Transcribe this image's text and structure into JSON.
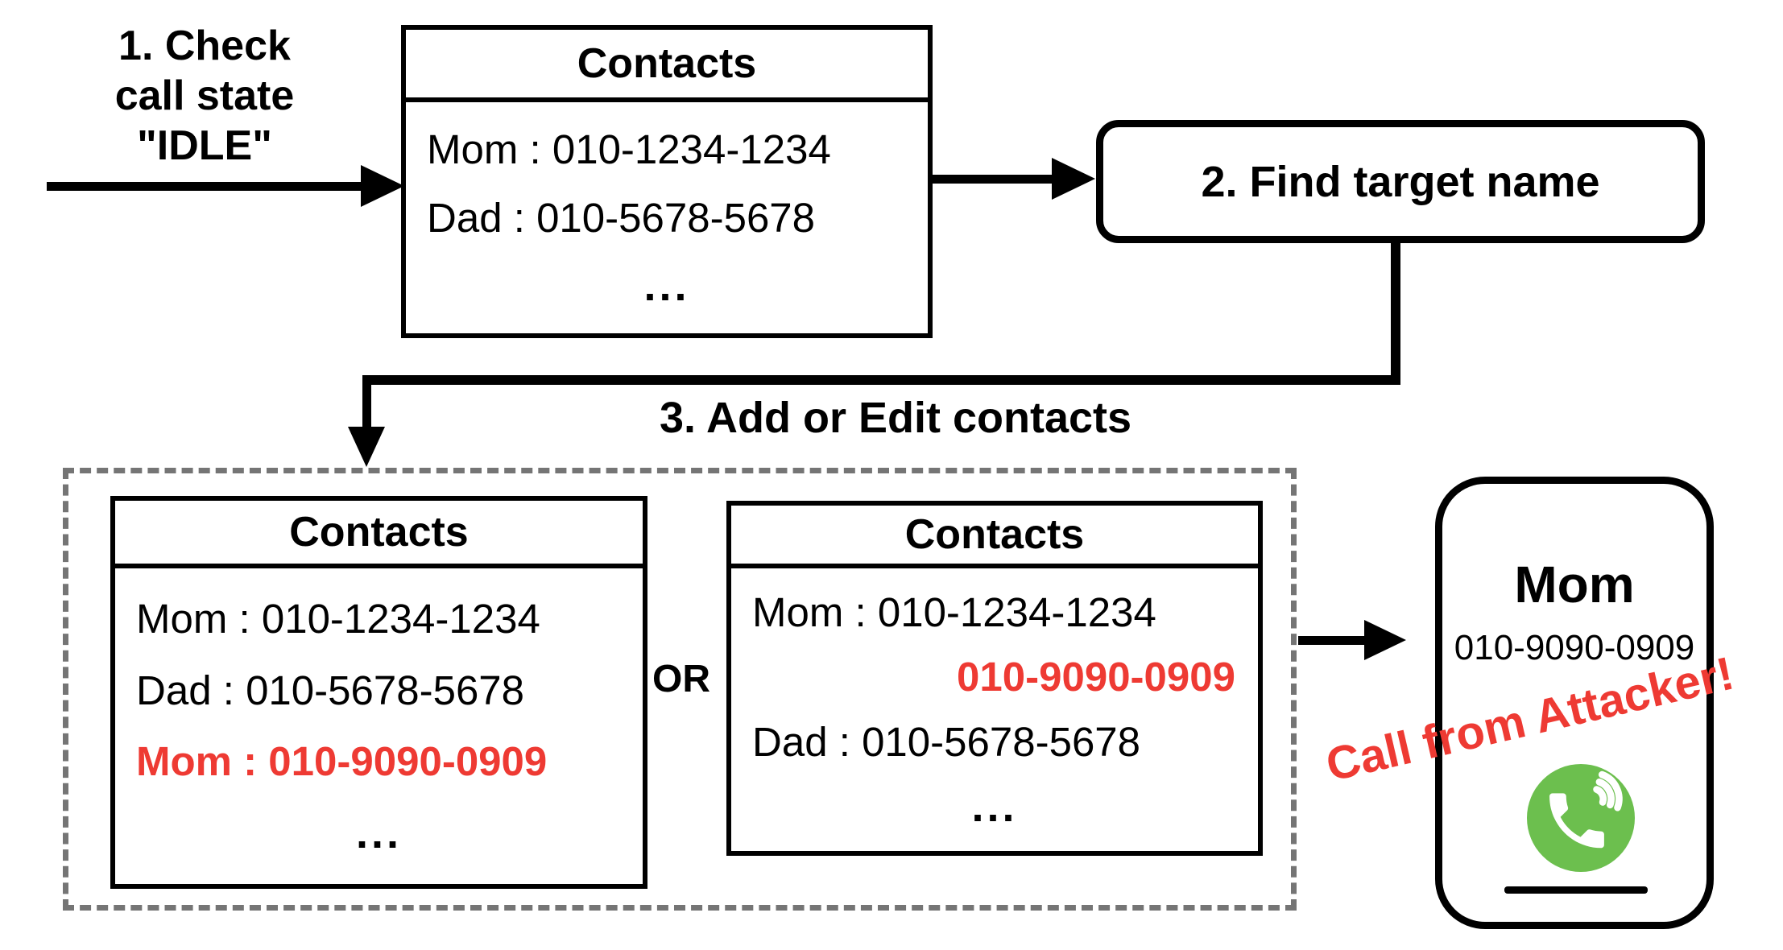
{
  "colors": {
    "ink": "#000000",
    "red": "#ee3a33",
    "green": "#6cbf4e",
    "dash_gray": "#757575"
  },
  "step1": {
    "lines": [
      "1. Check",
      "call state",
      "\"IDLE\""
    ]
  },
  "contacts_initial": {
    "title": "Contacts",
    "rows": [
      {
        "text": "Mom : 010-1234-1234"
      },
      {
        "text": "Dad : 010-5678-5678"
      },
      {
        "text": "...",
        "dots": true
      }
    ]
  },
  "step2": {
    "label": "2. Find target name"
  },
  "step3": {
    "label": "3. Add or Edit contacts",
    "or": "OR"
  },
  "contacts_edited": {
    "title": "Contacts",
    "rows": [
      {
        "text": "Mom : 010-1234-1234"
      },
      {
        "text": "Dad : 010-5678-5678"
      },
      {
        "text": "Mom : 010-9090-0909",
        "highlight": true
      },
      {
        "text": "...",
        "dots": true
      }
    ]
  },
  "contacts_added": {
    "title": "Contacts",
    "rows": [
      {
        "text": "Mom : 010-1234-1234"
      },
      {
        "text": "010-9090-0909",
        "highlight": true,
        "align": "right"
      },
      {
        "text": "Dad : 010-5678-5678"
      },
      {
        "text": "...",
        "dots": true
      }
    ]
  },
  "phone": {
    "caller_name": "Mom",
    "caller_number": "010-9090-0909",
    "warning": "Call from Attacker!",
    "call_icon": "phone-answer-icon"
  }
}
